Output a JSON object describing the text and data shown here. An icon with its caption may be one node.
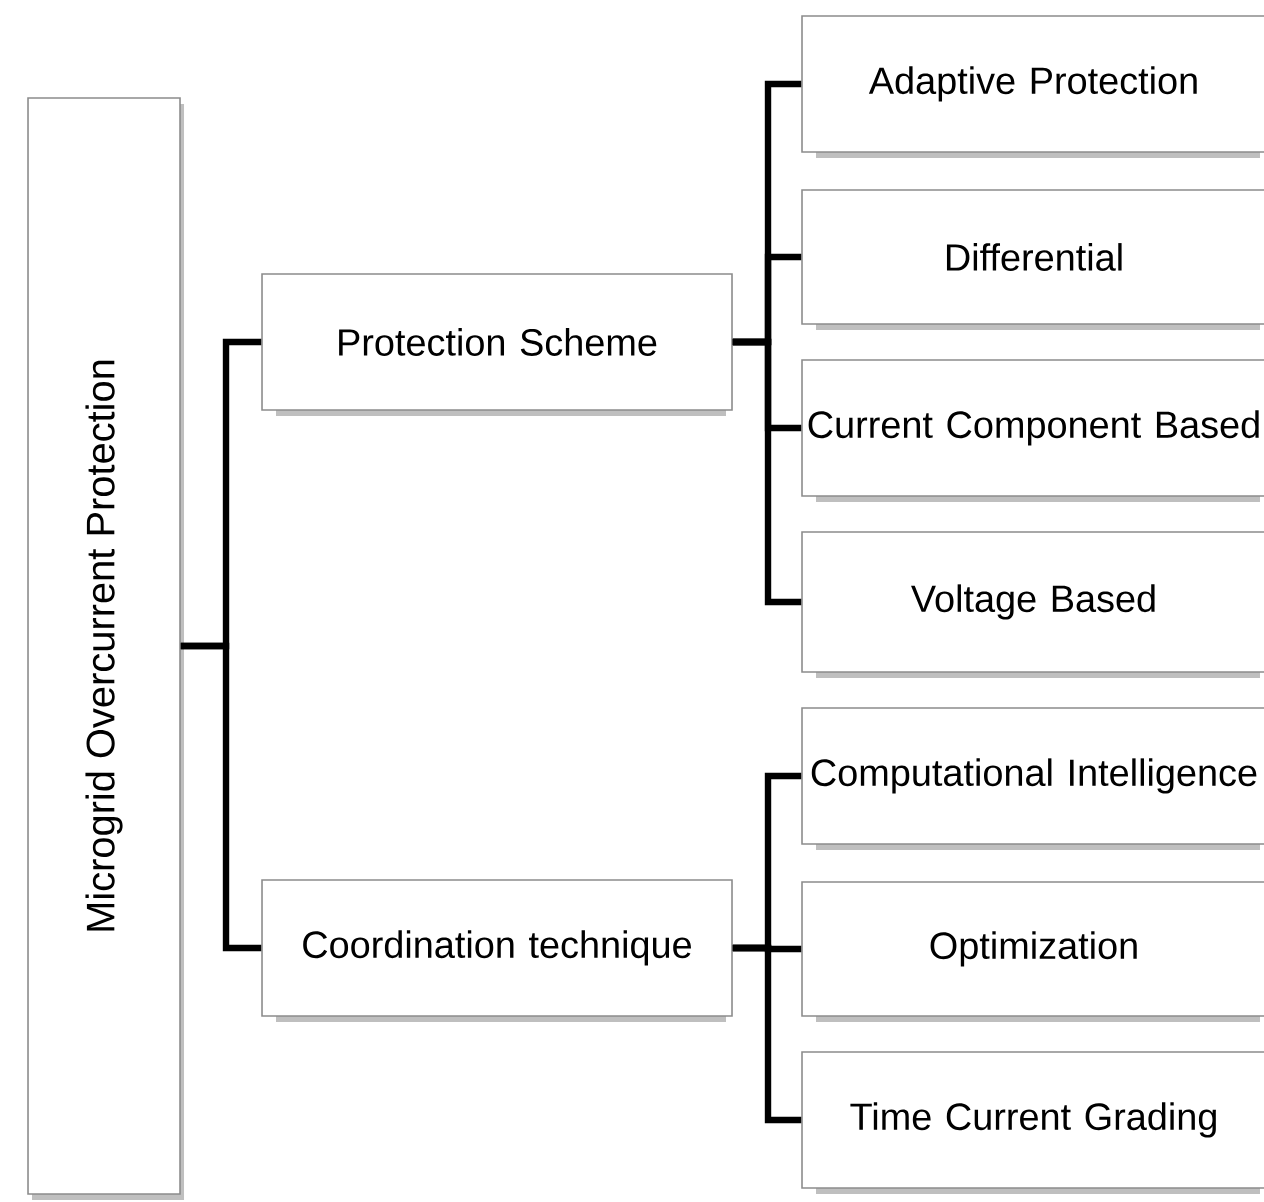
{
  "diagram": {
    "nodes": [
      {
        "text": [
          "Microgrid Overcurrent Protection"
        ]
      },
      {
        "text": [
          "Protection Scheme"
        ]
      },
      {
        "text": [
          "Coordination technique"
        ]
      },
      {
        "text": [
          "Adaptive Protection"
        ]
      },
      {
        "text": [
          "Differential"
        ]
      },
      {
        "text": [
          "Current Component Based"
        ]
      },
      {
        "text": [
          "Voltage Based"
        ]
      },
      {
        "text": [
          "Computational Intelligence"
        ]
      },
      {
        "text": [
          "Optimization"
        ]
      },
      {
        "text": [
          "Time Current Grading"
        ]
      }
    ],
    "edges": [
      {
        "from": 0,
        "to": 1,
        "arrow": "none"
      },
      {
        "from": 0,
        "to": 2,
        "arrow": "none"
      },
      {
        "from": 1,
        "to": 3,
        "arrow": "none"
      },
      {
        "from": 1,
        "to": 4,
        "arrow": "none"
      },
      {
        "from": 1,
        "to": 5,
        "arrow": "none"
      },
      {
        "from": 1,
        "to": 6,
        "arrow": "none"
      },
      {
        "from": 2,
        "to": 7,
        "arrow": "none"
      },
      {
        "from": 2,
        "to": 8,
        "arrow": "none"
      },
      {
        "from": 2,
        "to": 9,
        "arrow": "none"
      }
    ]
  }
}
